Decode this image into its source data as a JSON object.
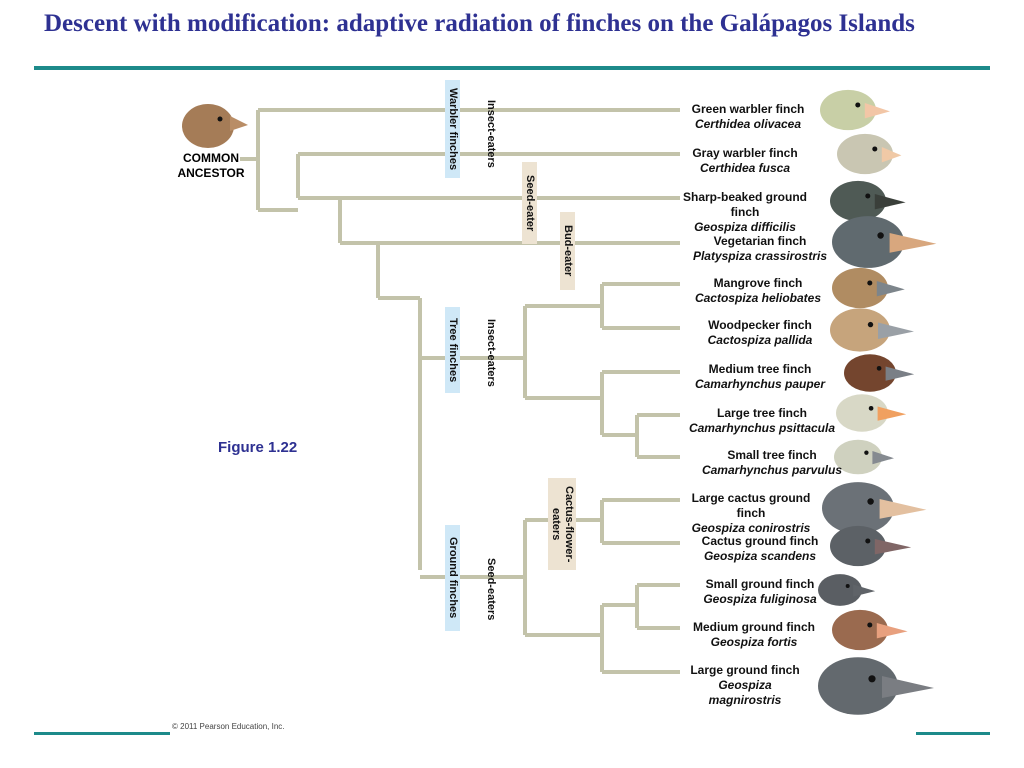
{
  "title": "Descent with modification: adaptive radiation of finches on the Galápagos Islands",
  "common_ancestor": "COMMON ANCESTOR",
  "figure_label": "Figure 1.22",
  "copyright": "© 2011 Pearson Education, Inc.",
  "groups": {
    "warbler": "Warbler finches",
    "tree": "Tree finches",
    "ground": "Ground finches",
    "insect1": "Insect-eaters",
    "seed1": "Seed-eater",
    "bud": "Bud-eater",
    "insect2": "Insect-eaters",
    "cactus": "Cactus-flower-eaters",
    "seed2": "Seed-eaters"
  },
  "species": [
    {
      "common": "Green warbler finch",
      "latin": "Certhidea olivacea",
      "color": "#c8cfa6"
    },
    {
      "common": "Gray warbler finch",
      "latin": "Certhidea fusca",
      "color": "#c9c6b2"
    },
    {
      "common": "Sharp-beaked ground finch",
      "latin": "Geospiza difficilis",
      "color": "#4f5a55"
    },
    {
      "common": "Vegetarian finch",
      "latin": "Platyspiza crassirostris",
      "color": "#606a6f"
    },
    {
      "common": "Mangrove finch",
      "latin": "Cactospiza heliobates",
      "color": "#b08c62"
    },
    {
      "common": "Woodpecker finch",
      "latin": "Cactospiza pallida",
      "color": "#c6a47c"
    },
    {
      "common": "Medium tree finch",
      "latin": "Camarhynchus pauper",
      "color": "#74452e"
    },
    {
      "common": "Large tree finch",
      "latin": "Camarhynchus psittacula",
      "color": "#d8d8c6"
    },
    {
      "common": "Small tree finch",
      "latin": "Camarhynchus parvulus",
      "color": "#cfd1bf"
    },
    {
      "common": "Large cactus ground finch",
      "latin": "Geospiza conirostris",
      "color": "#6b7177"
    },
    {
      "common": "Cactus ground finch",
      "latin": "Geospiza scandens",
      "color": "#5c6166"
    },
    {
      "common": "Small ground finch",
      "latin": "Geospiza fuliginosa",
      "color": "#5a5e63"
    },
    {
      "common": "Medium ground finch",
      "latin": "Geospiza fortis",
      "color": "#9a6a4f"
    },
    {
      "common": "Large ground finch",
      "latin": "Geospiza magnirostris",
      "color": "#63696e"
    }
  ],
  "colors": {
    "branch": "#c3c3aa",
    "title": "#2e3192",
    "rule": "#1d8a8a",
    "tab_blue": "#cfe8f7",
    "tab_tan": "#ede3d2"
  }
}
